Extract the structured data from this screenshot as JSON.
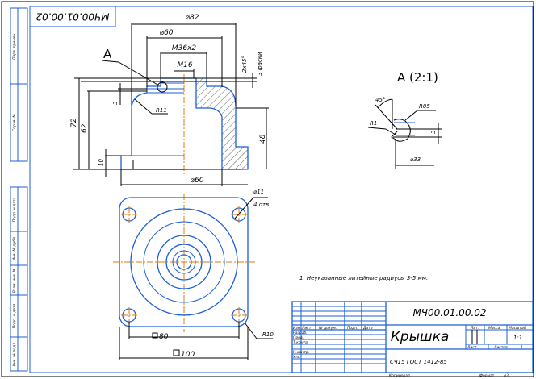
{
  "drawing": {
    "designation": "МЧ00.01.00.02",
    "designation_rotated": "МЧ00.01.00.02",
    "part_name": "Крышка",
    "material": "СЧ15  ГОСТ 1412-85",
    "note": "1. Неуказанные литейные радиусы 3-5 мм.",
    "section_label": "A",
    "detail_label": "A (2:1)"
  },
  "dimensions": {
    "d82": "⌀82",
    "d60_top": "⌀60",
    "m36": "М36x2",
    "m16": "М16",
    "chamfer": "2x45°",
    "chamfer_count": "3 фаски",
    "r11": "R11",
    "three": "3",
    "h72": "72",
    "h62": "62",
    "h10": "10",
    "h48": "48",
    "d60_bottom": "⌀60",
    "holes": "⌀11",
    "holes_count": "4 отв.",
    "sq80": "80",
    "sq100": "100",
    "r10": "R10",
    "det_angle": "45°",
    "det_r05": "R05",
    "det_r1": "R1",
    "det_3": "3",
    "det_d33": "⌀33"
  },
  "title_block": {
    "col_headers": [
      "Изм.",
      "Лист",
      "№ докум.",
      "Подп.",
      "Дата"
    ],
    "row_labels": [
      "Разраб.",
      "Пров.",
      "Т.контр.",
      "",
      "Н.контр.",
      "Утв."
    ],
    "lit": "Лит.",
    "mass": "Масса",
    "scale": "Масштаб",
    "scale_value": "1:1",
    "sheet": "Лист",
    "sheets": "Листов",
    "sheets_value": "1",
    "copied": "Копировал",
    "format": "Формат",
    "format_value": "А3"
  },
  "side_stamps": [
    "Перв. примен.",
    "Справ. №",
    "Подп. и дата",
    "Инв. № дубл.",
    "Взам. инв. №",
    "Подп. и дата",
    "Инв. № подл."
  ]
}
